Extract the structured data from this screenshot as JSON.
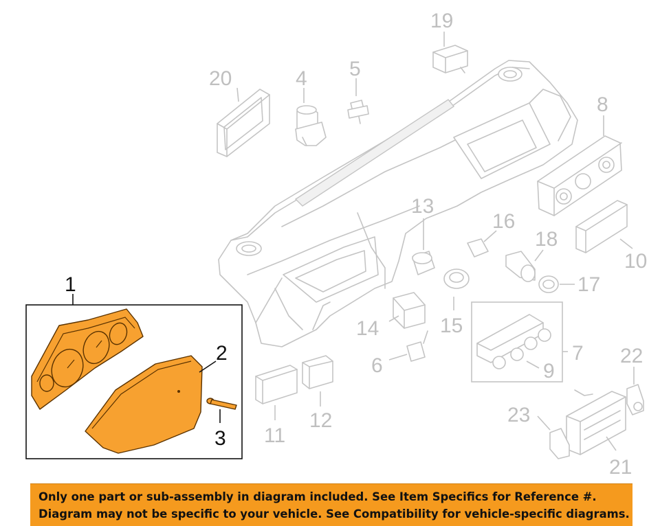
{
  "diagram": {
    "callouts": {
      "c1": "1",
      "c2": "2",
      "c3": "3",
      "c4": "4",
      "c5": "5",
      "c6": "6",
      "c7": "7",
      "c8": "8",
      "c9": "9",
      "c10": "10",
      "c11": "11",
      "c12": "12",
      "c13": "13",
      "c14": "14",
      "c15": "15",
      "c16": "16",
      "c17": "17",
      "c18": "18",
      "c19": "19",
      "c20": "20",
      "c21": "21",
      "c22": "22",
      "c23": "23"
    },
    "colors": {
      "highlight": "#f7a130",
      "outline": "#c4c4c4",
      "label_gray": "#bfbfbf",
      "banner": "#f59a1e"
    }
  },
  "disclaimer": {
    "line1": "Only one part or sub-assembly in diagram included. See Item Specifics for Reference #.",
    "line2": "Diagram may not be specific to your vehicle. See Compatibility for vehicle-specific diagrams."
  }
}
